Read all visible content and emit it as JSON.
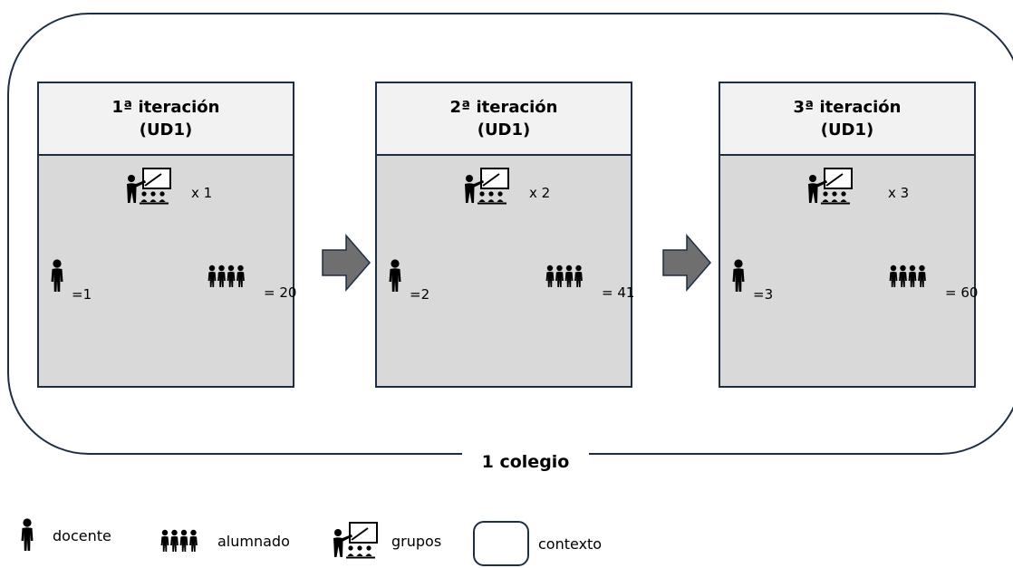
{
  "context": {
    "label": "1 colegio"
  },
  "iterations": [
    {
      "title": "1ª iteración",
      "unit": "(UD1)",
      "groups": "x 1",
      "teachers": "=1",
      "students": "= 20"
    },
    {
      "title": "2ª iteración",
      "unit": "(UD1)",
      "groups": "x 2",
      "teachers": "=2",
      "students": "= 41"
    },
    {
      "title": "3ª iteración",
      "unit": "(UD1)",
      "groups": "x 3",
      "teachers": "=3",
      "students": "= 60"
    }
  ],
  "legend": {
    "docente": "docente",
    "alumnado": "alumnado",
    "grupos": "grupos",
    "contexto": "contexto"
  },
  "icons": [
    "teacher-person-icon",
    "students-group-icon",
    "classroom-board-icon",
    "rounded-rect-context-icon",
    "right-arrow-icon"
  ],
  "colors": {
    "border": "#1e2f45",
    "header": "#f2f2f2",
    "body": "#d9d9d9",
    "arrow": "#6f6f6f"
  }
}
